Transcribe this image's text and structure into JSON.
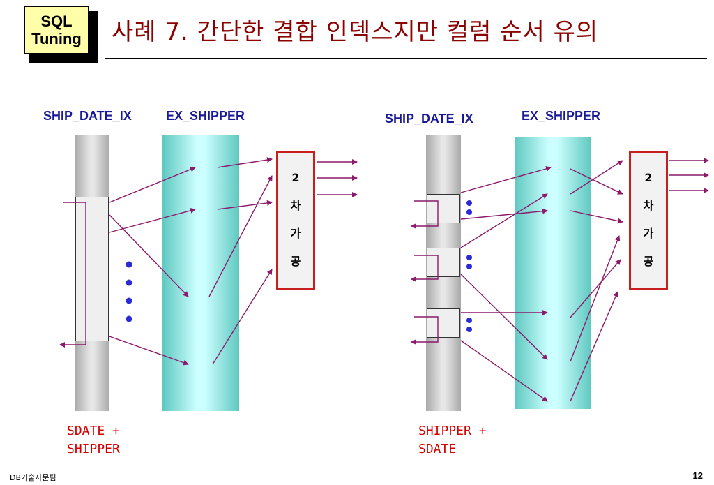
{
  "header": {
    "logo_line1": "SQL",
    "logo_line2": "Tuning",
    "title": "사례 7. 간단한 결합 인덱스지만  컬럼 순서 유의"
  },
  "left_diagram": {
    "index_label": "SHIP_DATE_IX",
    "table_label": "EX_SHIPPER",
    "process_lines": [
      "2",
      "차",
      "가",
      "공"
    ],
    "footer_line1": "SDATE +",
    "footer_line2": "SHIPPER"
  },
  "right_diagram": {
    "index_label": "SHIP_DATE_IX",
    "table_label": "EX_SHIPPER",
    "process_lines": [
      "2",
      "차",
      "가",
      "공"
    ],
    "footer_line1": "SHIPPER +",
    "footer_line2": "SDATE"
  },
  "footer": {
    "team": "DB기술자문팀",
    "page_number": "12"
  },
  "colors": {
    "title": "#8b0000",
    "label": "#1a1a99",
    "arrow": "#8b1a6b",
    "process_border": "#c81e1e",
    "footer_text": "#d40000",
    "dots": "#2b2bd6"
  }
}
